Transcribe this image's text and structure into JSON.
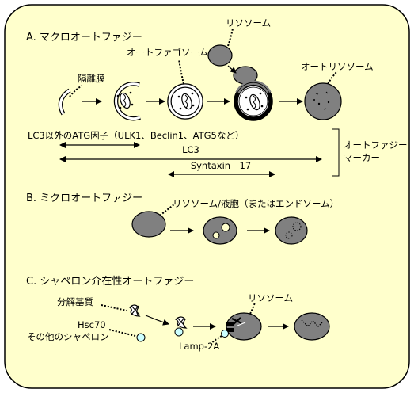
{
  "sections": {
    "a_title": "A. マクロオートファジー",
    "b_title": "B. ミクロオートファジー",
    "c_title": "C. シャペロン介在性オートファジー"
  },
  "labels": {
    "isolation_membrane": "隔離膜",
    "autophagosome": "オートファゴソーム",
    "lysosome_a": "リソソーム",
    "autolysosome": "オートリソソーム",
    "lysosome_vacuole": "リソソーム/液胞（またはエンドソーム）",
    "degradation_substrate": "分解基質",
    "hsc70": "Hsc70",
    "other_chaperones": "その他のシャペロン",
    "lysosome_c": "リソソーム",
    "lamp2a": "Lamp-2A"
  },
  "markers": {
    "atg_factors": "LC3以外のATG因子（ULK1、Beclin1、ATG5など）",
    "lc3": "LC3",
    "syntaxin": "Syntaxin　17",
    "marker_title_line1": "オートファジー",
    "marker_title_line2": "マーカー"
  }
}
